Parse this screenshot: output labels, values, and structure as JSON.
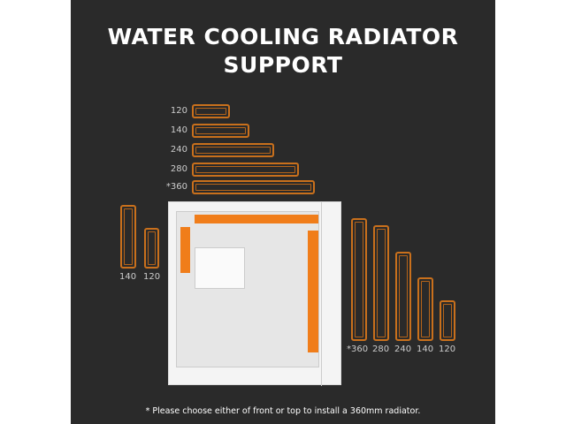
{
  "title_line1": "WATER COOLING RADIATOR",
  "title_line2": "SUPPORT",
  "top_sizes": [
    "120",
    "140",
    "240",
    "280",
    "*360"
  ],
  "front_left_sizes": [
    "140",
    "120"
  ],
  "front_right_sizes": [
    "*360",
    "280",
    "240",
    "140",
    "120"
  ],
  "footnote": "* Please choose either of front or top to install a 360mm radiator.",
  "colors": {
    "accent": "#f07d1a",
    "background": "#2a2a2a"
  }
}
